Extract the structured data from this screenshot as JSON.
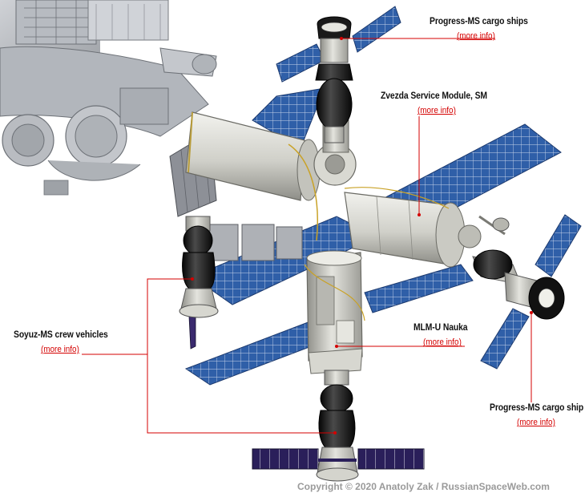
{
  "labels": {
    "progress_top": {
      "title": "Progress-MS cargo ships",
      "link": "(more info)"
    },
    "zvezda": {
      "title": "Zvezda Service Module, SM",
      "link": "(more info)"
    },
    "soyuz": {
      "title": "Soyuz-MS crew vehicles",
      "link": "(more info)"
    },
    "nauka": {
      "title": "MLM-U Nauka",
      "link": "(more info)"
    },
    "progress_right": {
      "title": "Progress-MS cargo ship",
      "link": "(more info)"
    }
  },
  "copyright": "Copyright © 2020 Anatoly Zak / RussianSpaceWeb.com",
  "colors": {
    "leader_line": "#d40000",
    "link": "#d40000",
    "solar_panel": "#2f5fa8",
    "soyuz_panel": "#2a1f5a",
    "module_body": "#d6d6cf",
    "vehicle_black": "#151515",
    "background_structure": "#a9adb2"
  }
}
